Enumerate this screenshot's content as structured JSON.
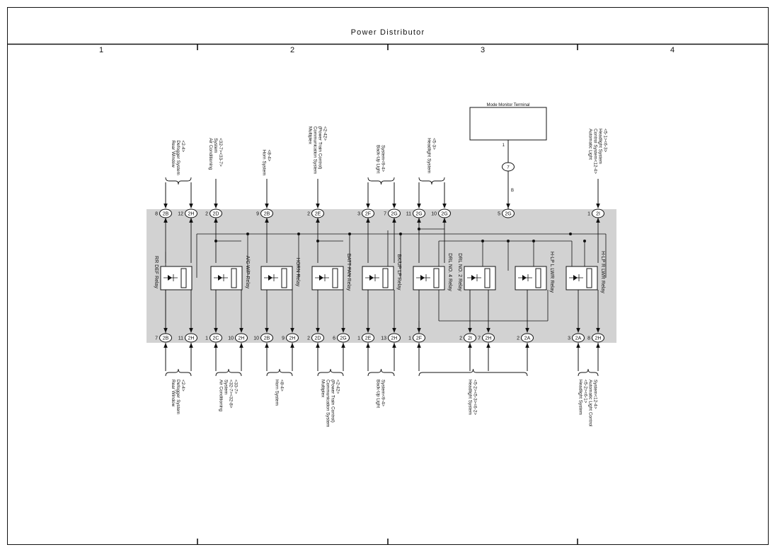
{
  "title": "Power Distributor",
  "columns": [
    "1",
    "2",
    "3",
    "4"
  ],
  "mode_monitor": {
    "label": "Mode Monitor Terminal",
    "pin": "1",
    "connector": "7",
    "wire_color": "B",
    "bottom_pin": "5",
    "bottom_code": "2G"
  },
  "relays": [
    {
      "name": "RR DEF Relay",
      "side": "left"
    },
    {
      "name": "A/C W/P Relay",
      "side": "right"
    },
    {
      "name": "HORN Relay",
      "side": "right"
    },
    {
      "name": "BATT FAN Relay",
      "side": "right"
    },
    {
      "name": "BK/UP LP Relay",
      "side": "right"
    },
    {
      "name": "DRL NO. 4 Relay",
      "side": "right"
    },
    {
      "name": "DRL NO. 2 Relay",
      "side": "left"
    },
    {
      "name": "H-LP L LWR Relay",
      "side": "right"
    },
    {
      "name": "H-LP R LWR Relay",
      "side": "right"
    }
  ],
  "top_terminals": [
    {
      "pin": "8",
      "code": "2B"
    },
    {
      "pin": "12",
      "code": "2H"
    },
    {
      "pin": "2",
      "code": "2D"
    },
    {
      "pin": "9",
      "code": "2B"
    },
    {
      "pin": "2",
      "code": "2E"
    },
    {
      "pin": "3",
      "code": "2F"
    },
    {
      "pin": "7",
      "code": "2G"
    },
    {
      "pin": "11",
      "code": "2G"
    },
    {
      "pin": "10",
      "code": "2G"
    },
    {
      "pin": "1",
      "code": "2I"
    }
  ],
  "bottom_terminals": [
    {
      "pin": "7",
      "code": "2B"
    },
    {
      "pin": "11",
      "code": "2H"
    },
    {
      "pin": "1",
      "code": "2C"
    },
    {
      "pin": "10",
      "code": "2H"
    },
    {
      "pin": "10",
      "code": "2B"
    },
    {
      "pin": "9",
      "code": "2H"
    },
    {
      "pin": "2",
      "code": "2D"
    },
    {
      "pin": "6",
      "code": "2G"
    },
    {
      "pin": "1",
      "code": "2E"
    },
    {
      "pin": "13",
      "code": "2H"
    },
    {
      "pin": "1",
      "code": "2F"
    },
    {
      "pin": "2",
      "code": "2I"
    },
    {
      "pin": "7",
      "code": "2H"
    },
    {
      "pin": "2",
      "code": "2A"
    },
    {
      "pin": "3",
      "code": "2A"
    },
    {
      "pin": "8",
      "code": "2H"
    }
  ],
  "top_labels": [
    [
      "Rear Window",
      "Defogger System",
      "<2-4>"
    ],
    [
      "Air Conditioning",
      "System",
      "<32-7><33-7>"
    ],
    [
      "Horn System",
      "<8-4>"
    ],
    [
      "Multiplex",
      "Communication System",
      "(Power Train Control)",
      "<2-42>"
    ],
    [
      "Back-Up Light",
      "System<9-4>"
    ],
    [
      "Headlight System",
      "<5-3>"
    ],
    [
      "Automatic Light",
      "Control System<12-4>",
      "Headlight System",
      "<5-1><6-3>"
    ]
  ],
  "bottom_labels": [
    [
      "Rear Window",
      "Defogger System",
      "<2-4>"
    ],
    [
      "Air Conditioning",
      "System",
      "<32-7><32-8>",
      "<33-7>"
    ],
    [
      "Horn System",
      "<8-4>"
    ],
    [
      "Multiplex",
      "Communication System",
      "(Power Train Control)",
      "<2-42>"
    ],
    [
      "Back-Up Light",
      "System<9-4>"
    ],
    [
      "Headlight System",
      "<5-2><5-3><6-2>"
    ],
    [
      "Headlight System",
      "<5-2><6-1>",
      "Automatic Light Control",
      "System<12-4>"
    ]
  ]
}
